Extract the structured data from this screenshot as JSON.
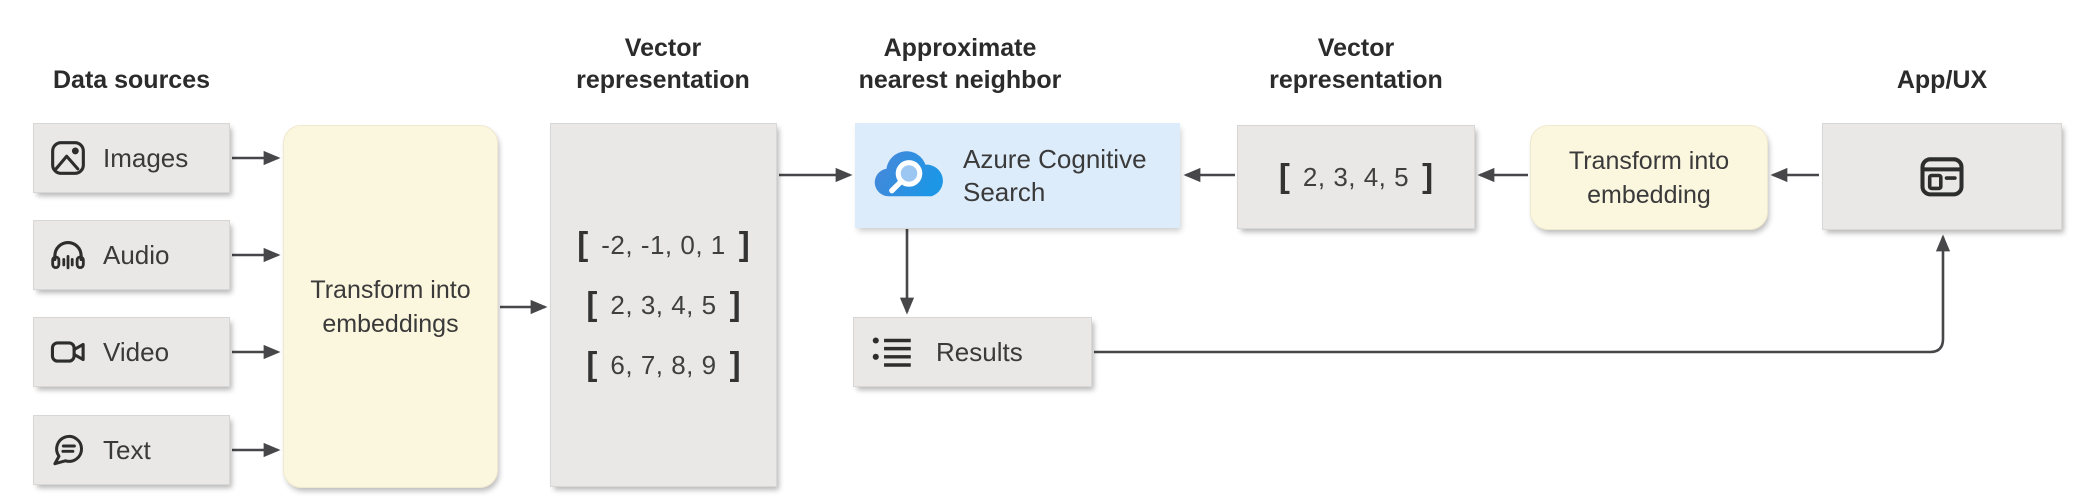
{
  "headings": {
    "data_sources": "Data sources",
    "vector_representation_left": "Vector\nrepresentation",
    "approximate_nearest_neighbor": "Approximate\nnearest neighbor",
    "vector_representation_right": "Vector\nrepresentation",
    "app_ux": "App/UX"
  },
  "data_sources": {
    "items": [
      {
        "label": "Images",
        "icon": "images-icon"
      },
      {
        "label": "Audio",
        "icon": "audio-icon"
      },
      {
        "label": "Video",
        "icon": "video-icon"
      },
      {
        "label": "Text",
        "icon": "text-chat-icon"
      }
    ]
  },
  "transform_embeddings_left": {
    "label": "Transform into\nembeddings"
  },
  "vector_left": {
    "bracket_open": "[",
    "bracket_close": "]",
    "rows": [
      "-2, -1, 0, 1",
      "2, 3, 4, 5",
      "6, 7, 8, 9"
    ]
  },
  "azure_search": {
    "label": "Azure Cognitive\nSearch",
    "icon": "azure-cognitive-search-cloud-icon"
  },
  "results": {
    "label": "Results",
    "icon": "bulleted-list-icon"
  },
  "vector_right": {
    "bracket_open": "[",
    "bracket_close": "]",
    "value": "2, 3, 4, 5"
  },
  "transform_embedding_right": {
    "label": "Transform into\nembedding"
  },
  "app_ux": {
    "icon": "browser-window-icon"
  },
  "colors": {
    "background": "#ffffff",
    "box_gray": "#e9e8e6",
    "box_yellow": "#fbf6de",
    "box_blue": "#ddecfa",
    "arrow": "#47474a",
    "heading_text": "#2b2b2b",
    "label_text": "#3a3a3a",
    "cloud_blue_start": "#4a86d8",
    "cloud_blue_end": "#1d96e6",
    "magnifier_lens": "#9cc7f3"
  }
}
